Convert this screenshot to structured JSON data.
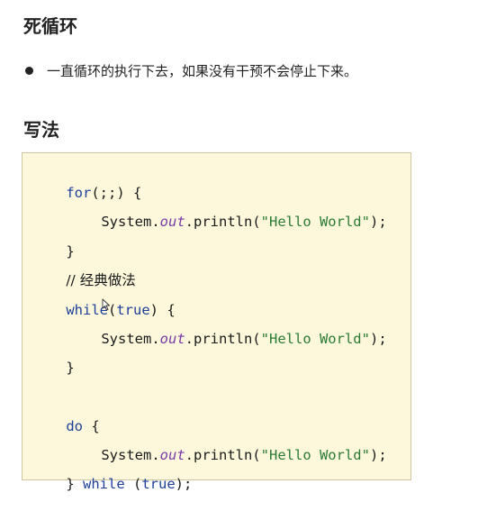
{
  "headings": {
    "loop": "死循环",
    "write": "写法"
  },
  "bullet": "一直循环的执行下去，如果没有干预不会停止下来。",
  "code": {
    "for_kw": "for",
    "for_rest": "(;;) {",
    "system": "System.",
    "out": "out",
    "println": ".println(",
    "hello": "\"Hello World\"",
    "end": ");",
    "close_brace": "}",
    "comment": "// 经典做法",
    "while_kw": "while",
    "open_paren": "(",
    "true_kw": "true",
    "while_rest": ") {",
    "do_kw": "do",
    "do_rest": " {",
    "close_while_pre": "} ",
    "space_paren": " (",
    "semi_end": ");"
  }
}
